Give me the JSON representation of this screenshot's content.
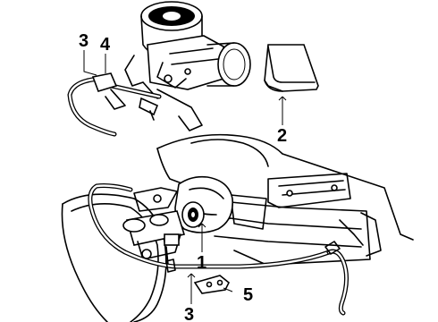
{
  "callouts": [
    {
      "id": "c3a",
      "label": "3"
    },
    {
      "id": "c4",
      "label": "4"
    },
    {
      "id": "c2",
      "label": "2"
    },
    {
      "id": "c1",
      "label": "1"
    },
    {
      "id": "c5",
      "label": "5"
    },
    {
      "id": "c3b",
      "label": "3"
    }
  ],
  "parts": [
    "throttle-body",
    "vacuum-hose",
    "check-valve",
    "insulator-pad",
    "brake-booster",
    "master-cylinder",
    "vacuum-hose-lower",
    "bracket"
  ]
}
